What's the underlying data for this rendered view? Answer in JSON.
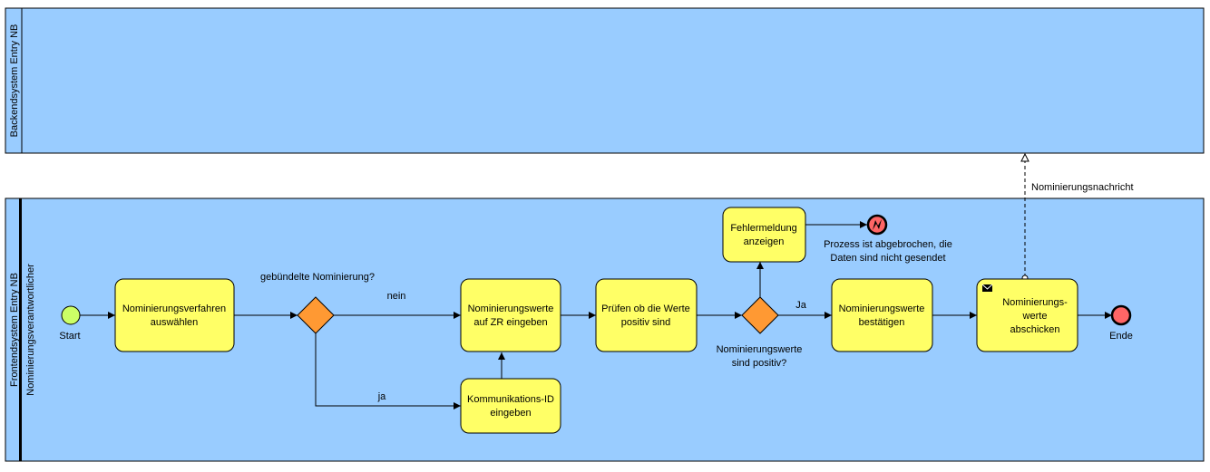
{
  "pools": {
    "backend": {
      "label": "Backendsystem Entry NB"
    },
    "frontend": {
      "label": "Frontendsystem Entry NB",
      "lane_label": "Nominierungsverantwortlicher"
    }
  },
  "events": {
    "start": {
      "label": "Start",
      "color": "#ccff66"
    },
    "end": {
      "label": "Ende",
      "color": "#ff6666"
    },
    "error_end": {
      "label_line1": "Prozess ist abgebrochen, die",
      "label_line2": "Daten sind nicht gesendet",
      "color": "#ff6666"
    }
  },
  "tasks": {
    "t1": {
      "line1": "Nominierungsverfahren",
      "line2": "auswählen"
    },
    "t2": {
      "line1": "Nominierungswerte",
      "line2": "auf ZR eingeben"
    },
    "t3": {
      "line1": "Kommunikations-ID",
      "line2": "eingeben"
    },
    "t4": {
      "line1": "Prüfen ob die Werte",
      "line2": "positiv sind"
    },
    "t5": {
      "line1": "Fehlermeldung",
      "line2": "anzeigen"
    },
    "t6": {
      "line1": "Nominierungswerte",
      "line2": "bestätigen"
    },
    "t7": {
      "line1": "Nominierungs-",
      "line2": "werte",
      "line3": "abschicken"
    }
  },
  "gateways": {
    "g1": {
      "label": "gebündelte Nominierung?"
    },
    "g2": {
      "line1": "Nominierungswerte",
      "line2": "sind positiv?"
    }
  },
  "flow_labels": {
    "nein": "nein",
    "ja": "ja",
    "Ja": "Ja",
    "message": "Nominierungsnachricht"
  },
  "colors": {
    "lane": "#99ccff",
    "task": "#ffff66",
    "gateway": "#ff9933"
  }
}
